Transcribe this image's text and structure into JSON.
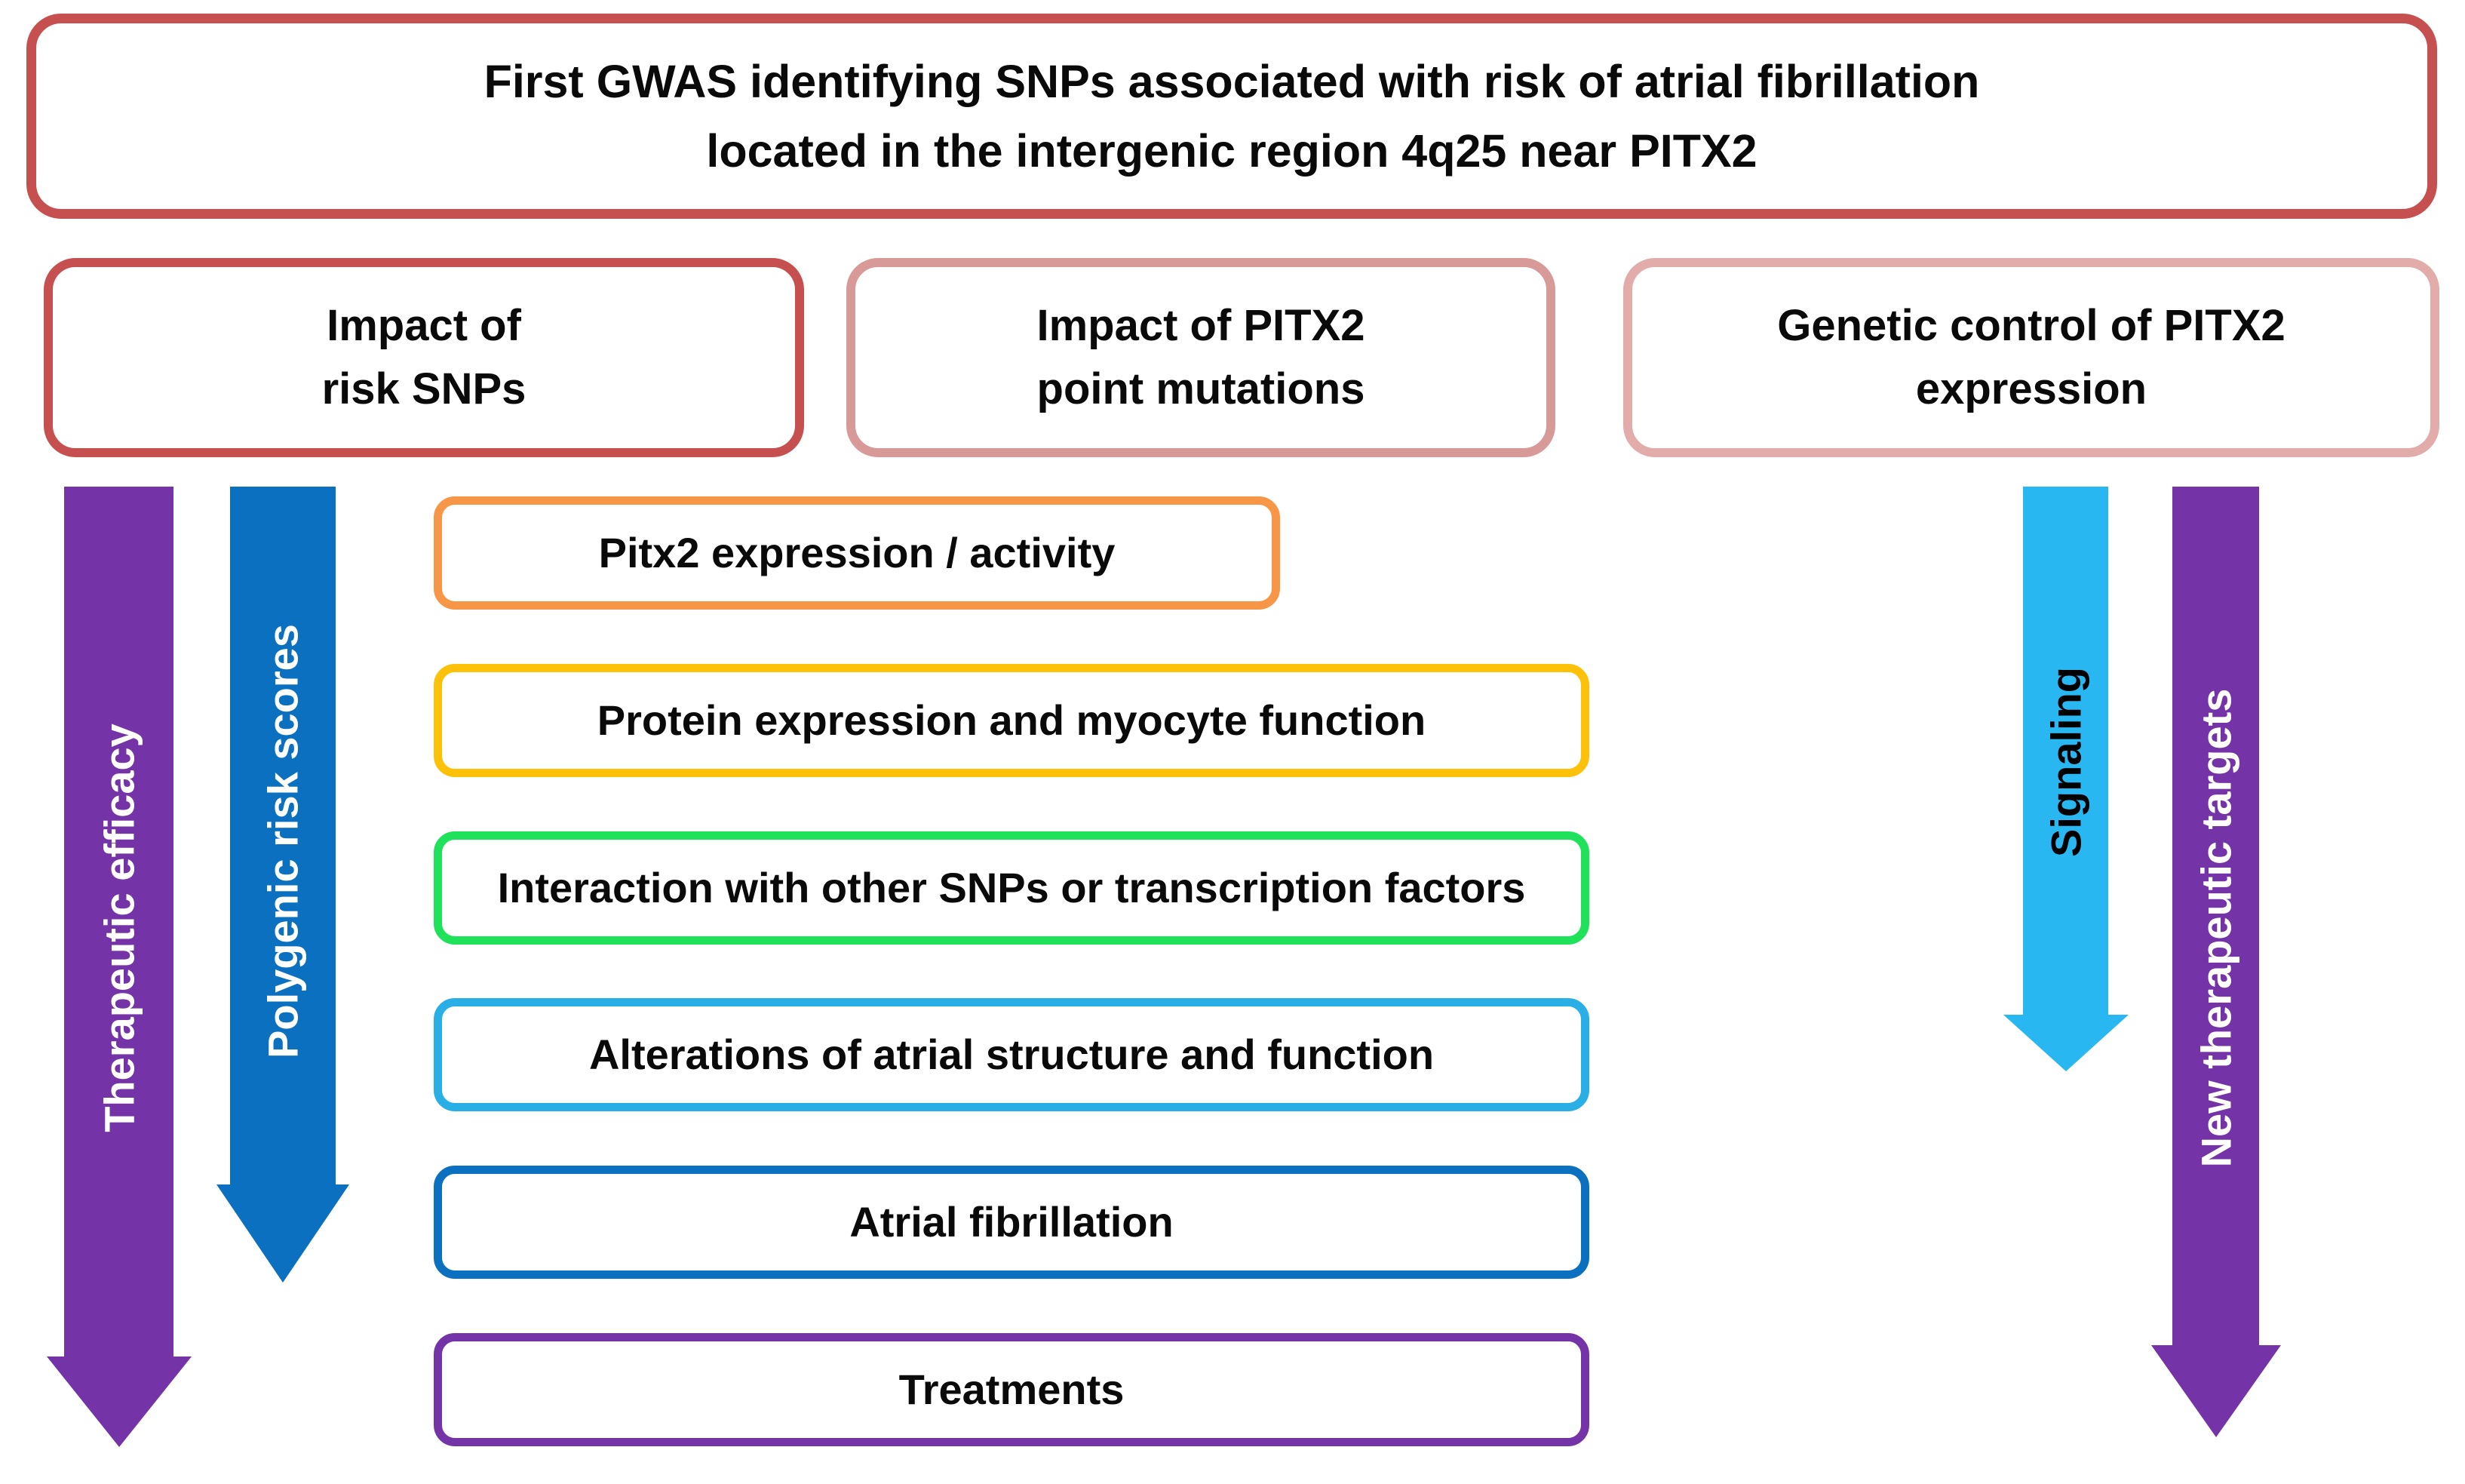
{
  "diagram": {
    "top_box": {
      "text": "First GWAS identifying SNPs associated with risk of atrial fibrillation\nlocated in the intergenic region 4q25 near PITX2",
      "border_color": "#C6504F"
    },
    "category_boxes": [
      {
        "text": "Impact of\nrisk SNPs",
        "border_color": "#C6504F"
      },
      {
        "text": "Impact of PITX2\npoint mutations",
        "border_color": "#D89A98"
      },
      {
        "text": "Genetic control of PITX2\nexpression",
        "border_color": "#E2ACAA"
      }
    ],
    "cascade_boxes": [
      {
        "text": "Pitx2 expression / activity",
        "border_color": "#F79646"
      },
      {
        "text": "Protein expression and myocyte function",
        "border_color": "#FDC10A"
      },
      {
        "text": "Interaction with other SNPs or transcription factors",
        "border_color": "#1FE25A"
      },
      {
        "text": "Alterations of atrial structure and function",
        "border_color": "#29AEE6"
      },
      {
        "text": "Atrial fibrillation",
        "border_color": "#0C70C0"
      },
      {
        "text": "Treatments",
        "border_color": "#7433A6"
      }
    ],
    "arrows": [
      {
        "label": "Therapeutic efficacy",
        "color": "#7433A6",
        "text_color": "#FFFFFF"
      },
      {
        "label": "Polygenic risk scores",
        "color": "#0C70C0",
        "text_color": "#FFFFFF"
      },
      {
        "label": "Signaling",
        "color": "#29B7F2",
        "text_color": "#000000"
      },
      {
        "label": "New therapeutic targets",
        "color": "#7433A6",
        "text_color": "#FFFFFF"
      }
    ]
  }
}
